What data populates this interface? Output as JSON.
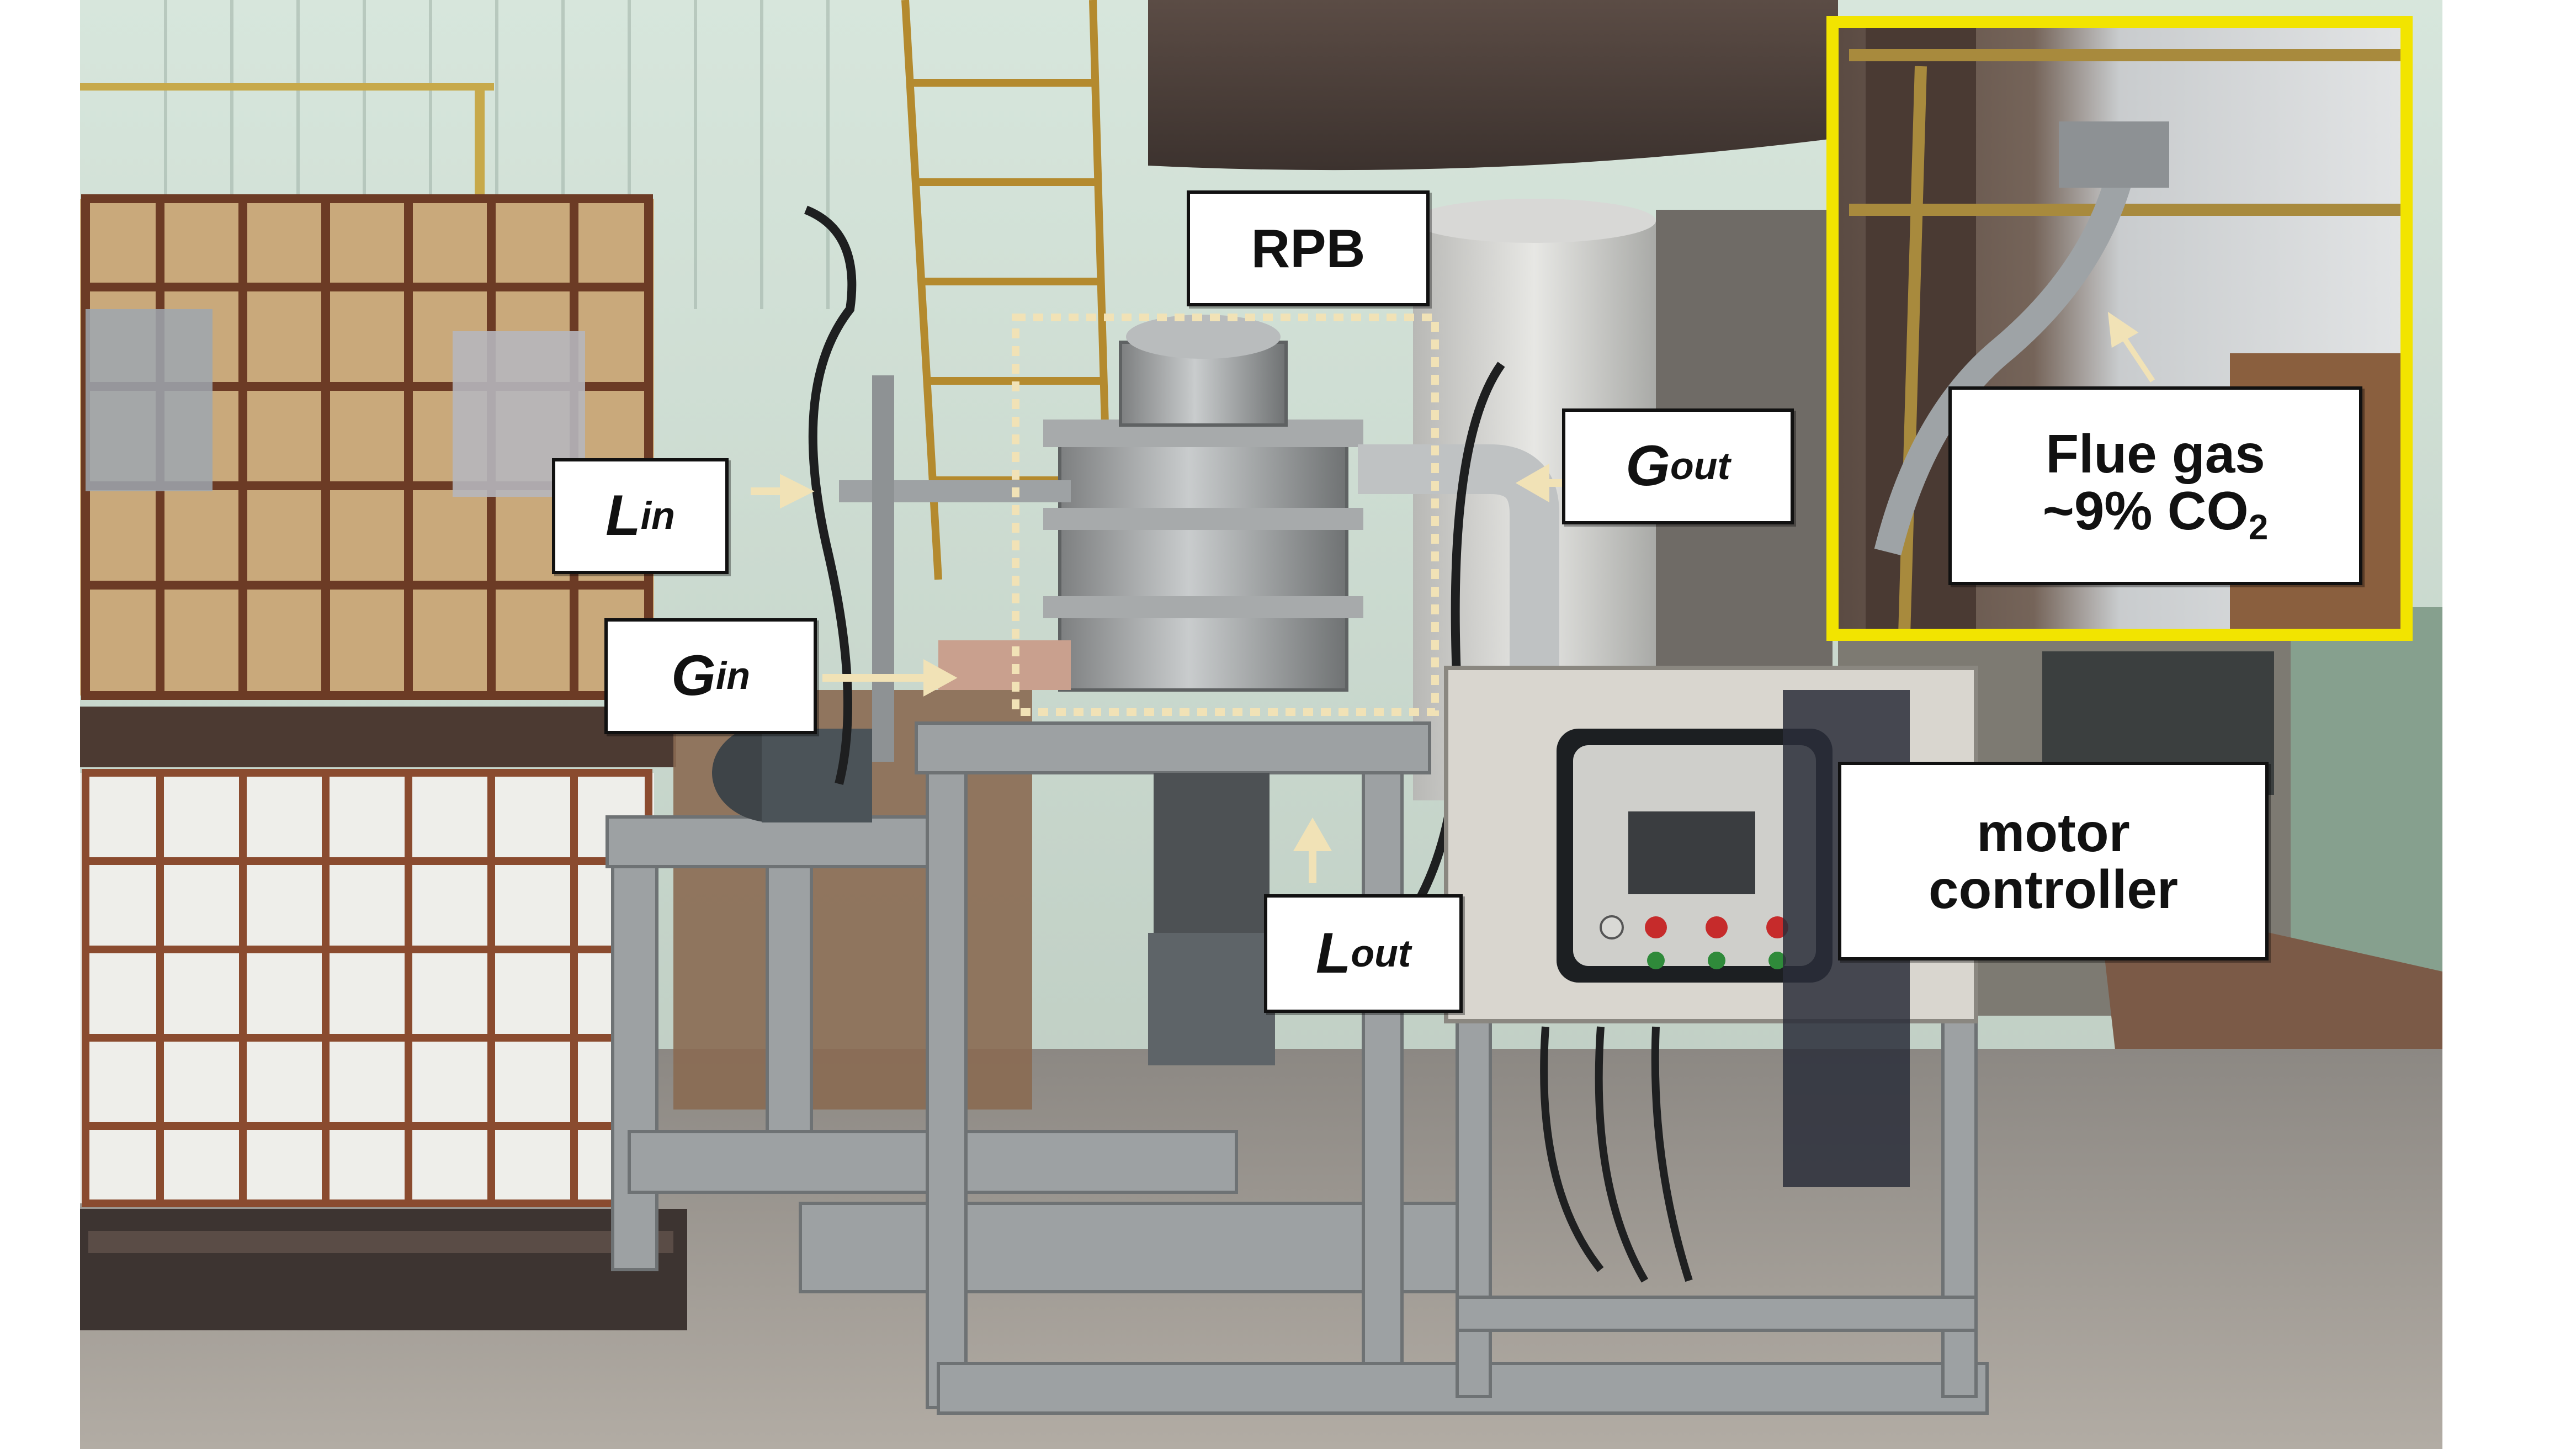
{
  "photo": {
    "description_icon": "industrial-rpb-rig-photo",
    "inset_border_color": "#f2e400",
    "arrow_color": "#f1e2b6"
  },
  "labels": {
    "rpb": "RPB",
    "l_in": {
      "symbol": "L",
      "subscript": "in"
    },
    "g_in": {
      "symbol": "G",
      "subscript": "in"
    },
    "g_out": {
      "symbol": "G",
      "subscript": "out"
    },
    "l_out": {
      "symbol": "L",
      "subscript": "out"
    },
    "motor_controller": {
      "line1": "motor",
      "line2": "controller"
    },
    "flue_gas": {
      "line1": "Flue gas",
      "line2_prefix": "~9% CO",
      "line2_subscript": "2"
    }
  }
}
